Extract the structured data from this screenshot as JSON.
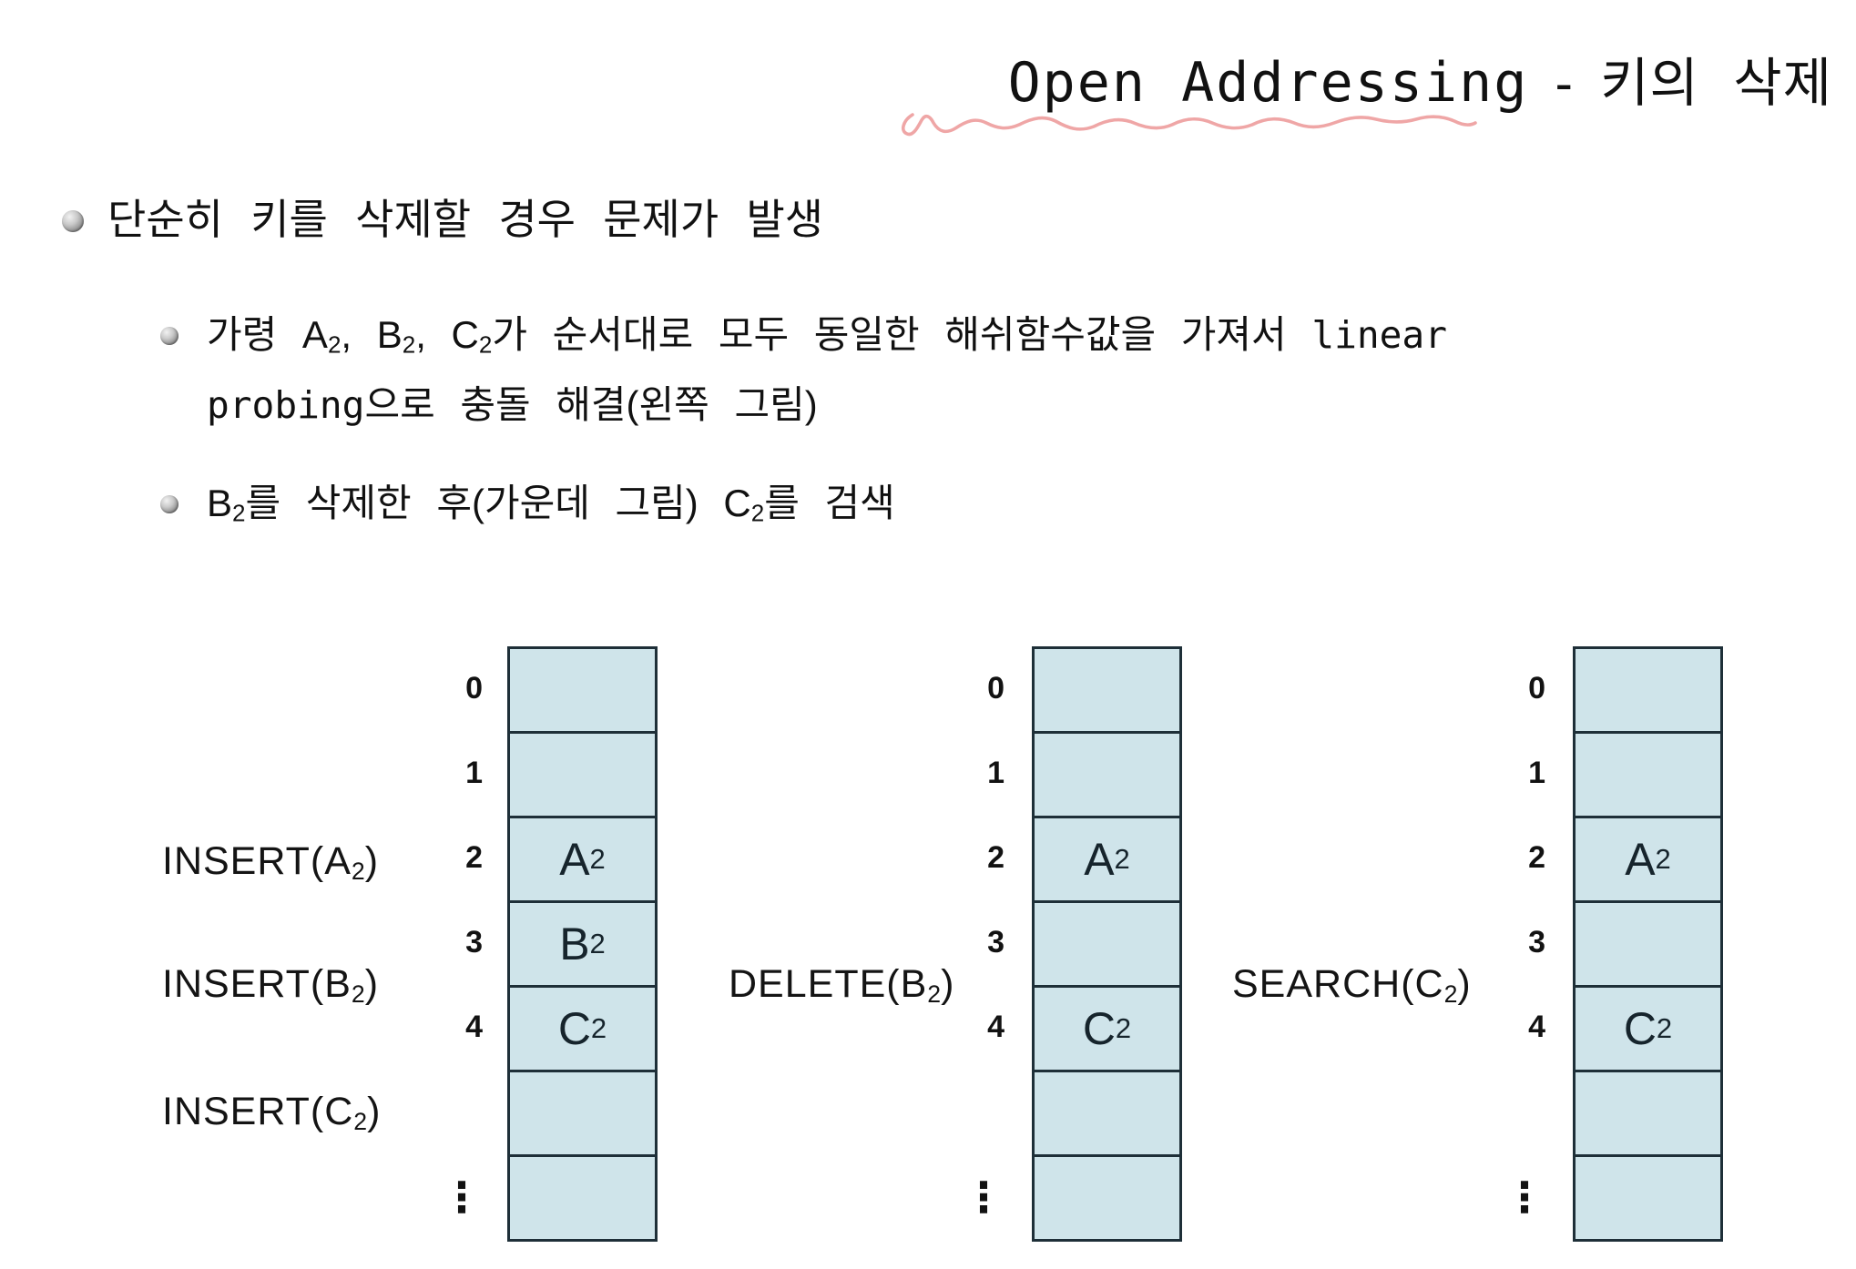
{
  "title": {
    "english": "Open Addressing",
    "separator": "-",
    "korean": "키의 삭제"
  },
  "bullets": {
    "b1": "단순히 키를 삭제할 경우 문제가 발생",
    "b2_pre": "가령 ",
    "b2_k1_main": "A",
    "b2_k1_sub": "2",
    "b2_sep1": ", ",
    "b2_k2_main": "B",
    "b2_k2_sub": "2",
    "b2_sep2": ", ",
    "b2_k3_main": "C",
    "b2_k3_sub": "2",
    "b2_mid": "가 순서대로 모두 동일한 해쉬함수값을 가져서 ",
    "b2_code1": "linear",
    "b2_line2_code": "probing",
    "b2_line2_rest": "으로 충돌 해결(왼쪽 그림)",
    "b3_k1_main": "B",
    "b3_k1_sub": "2",
    "b3_mid": "를 삭제한 후(가운데 그림) ",
    "b3_k2_main": "C",
    "b3_k2_sub": "2",
    "b3_end": "를 검색"
  },
  "diagram": {
    "ellipsis": "⋮",
    "tables": [
      {
        "name": "after-inserts",
        "ops": [
          {
            "pre": "INSERT(A",
            "sub": "2",
            "post": ")"
          },
          {
            "pre": "INSERT(B",
            "sub": "2",
            "post": ")"
          },
          {
            "pre": "INSERT(C",
            "sub": "2",
            "post": ")"
          }
        ],
        "indices": [
          "0",
          "1",
          "2",
          "3",
          "4"
        ],
        "cells": [
          {
            "main": "",
            "sub": ""
          },
          {
            "main": "",
            "sub": ""
          },
          {
            "main": "A",
            "sub": "2"
          },
          {
            "main": "B",
            "sub": "2"
          },
          {
            "main": "C",
            "sub": "2"
          },
          {
            "main": "",
            "sub": ""
          },
          {
            "main": "",
            "sub": ""
          }
        ]
      },
      {
        "name": "after-delete",
        "ops": [
          {
            "pre": "DELETE(B",
            "sub": "2",
            "post": ")"
          }
        ],
        "indices": [
          "0",
          "1",
          "2",
          "3",
          "4"
        ],
        "cells": [
          {
            "main": "",
            "sub": ""
          },
          {
            "main": "",
            "sub": ""
          },
          {
            "main": "A",
            "sub": "2"
          },
          {
            "main": "",
            "sub": ""
          },
          {
            "main": "C",
            "sub": "2"
          },
          {
            "main": "",
            "sub": ""
          },
          {
            "main": "",
            "sub": ""
          }
        ]
      },
      {
        "name": "search",
        "ops": [
          {
            "pre": "SEARCH(C",
            "sub": "2",
            "post": ")"
          }
        ],
        "indices": [
          "0",
          "1",
          "2",
          "3",
          "4"
        ],
        "cells": [
          {
            "main": "",
            "sub": ""
          },
          {
            "main": "",
            "sub": ""
          },
          {
            "main": "A",
            "sub": "2"
          },
          {
            "main": "",
            "sub": ""
          },
          {
            "main": "C",
            "sub": "2"
          },
          {
            "main": "",
            "sub": ""
          },
          {
            "main": "",
            "sub": ""
          }
        ]
      }
    ]
  },
  "colors": {
    "cell_fill": "#cfe4ea",
    "cell_border": "#1e2f38",
    "underline": "#efa6a6",
    "ink": "#111111"
  }
}
